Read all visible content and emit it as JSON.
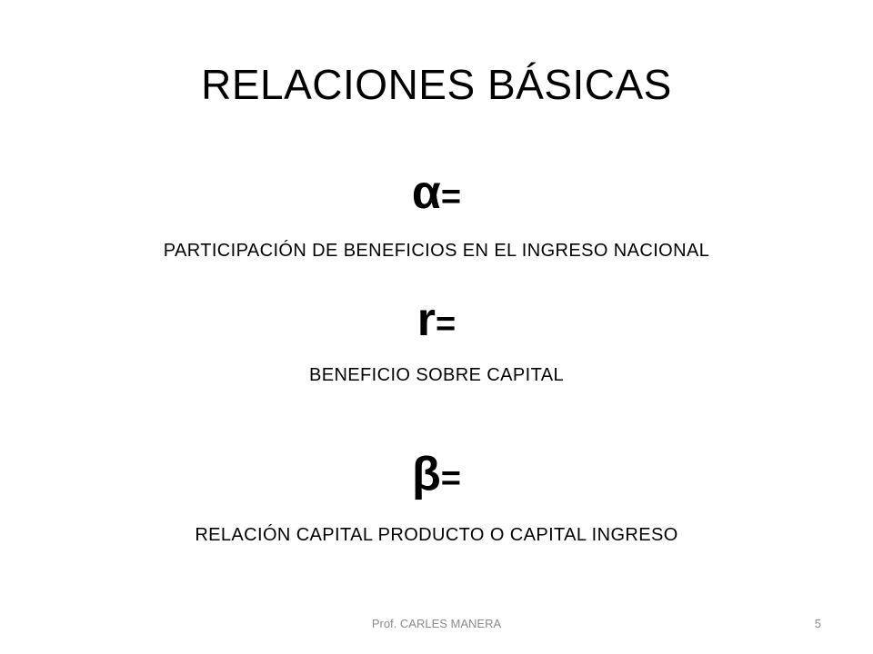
{
  "slide": {
    "title": "RELACIONES BÁSICAS",
    "items": [
      {
        "symbol": "α",
        "equals": "=",
        "description": "PARTICIPACIÓN DE BENEFICIOS EN EL INGRESO NACIONAL"
      },
      {
        "symbol": "r",
        "equals": "=",
        "description": "BENEFICIO SOBRE CAPITAL"
      },
      {
        "symbol": "β",
        "equals": "=",
        "description": "RELACIÓN CAPITAL PRODUCTO O CAPITAL INGRESO"
      }
    ]
  },
  "footer": {
    "author": "Prof. CARLES MANERA",
    "page_number": "5"
  }
}
